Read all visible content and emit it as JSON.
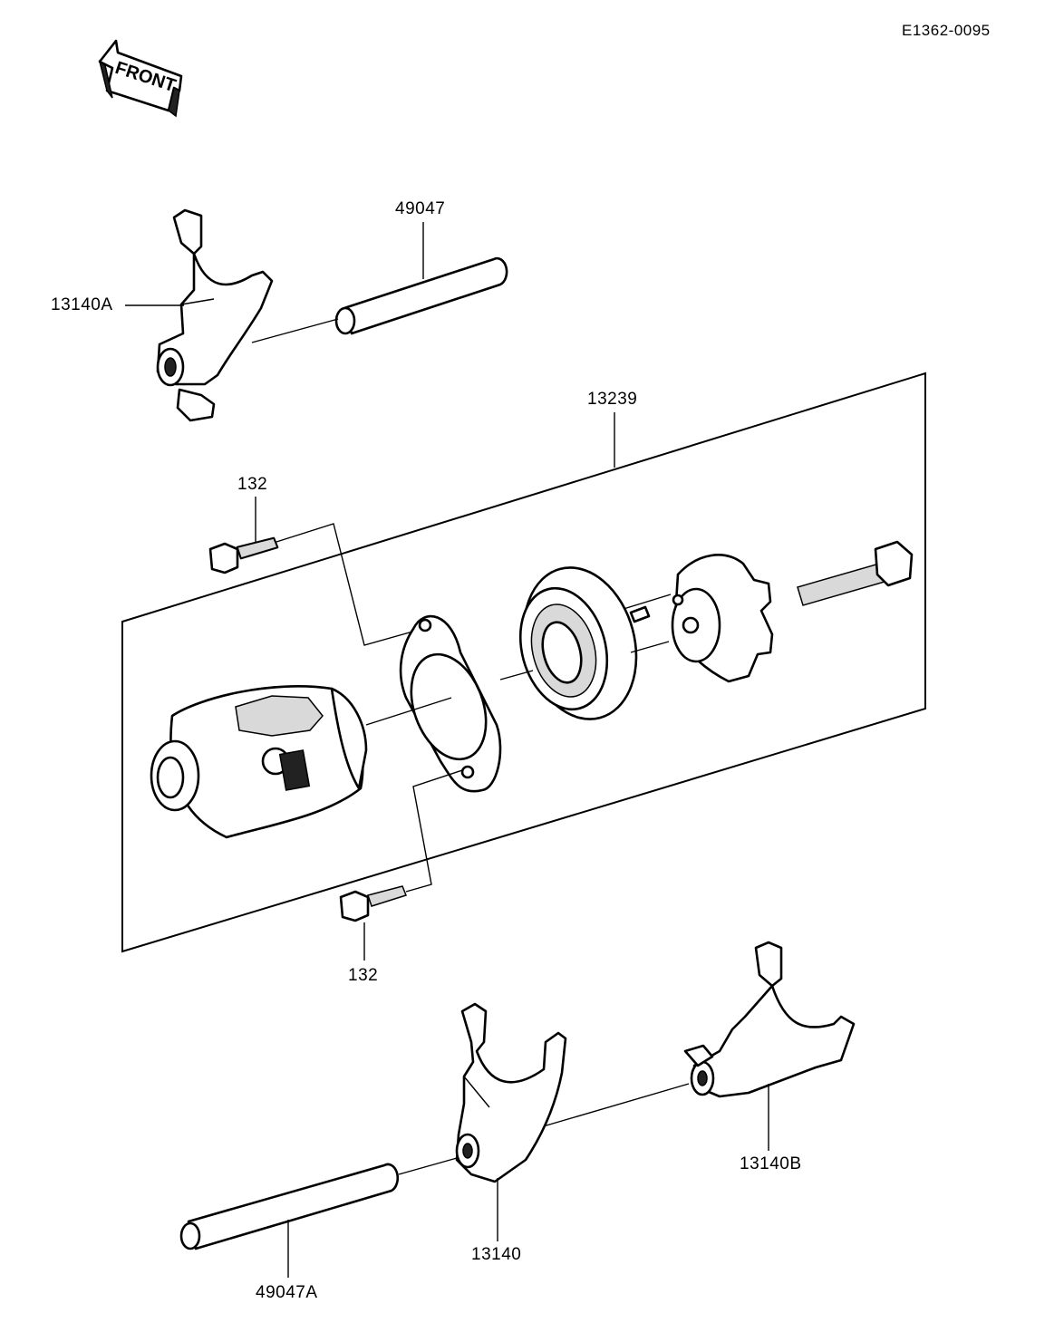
{
  "diagram_code": "E1362-0095",
  "front_indicator": "FRONT",
  "labels": {
    "shift_rod_upper": "49047",
    "fork_upper": "13140A",
    "drum_assembly": "13239",
    "bolt_upper": "132",
    "bolt_lower": "132",
    "fork_lower_right": "13140B",
    "fork_lower_middle": "13140",
    "shift_rod_lower": "49047A"
  }
}
